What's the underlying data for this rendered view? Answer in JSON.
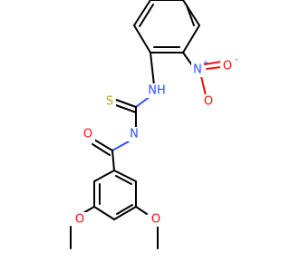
{
  "molecule": {
    "atoms": [
      {
        "id": "S1",
        "label": "S",
        "color": "#c8a800"
      },
      {
        "id": "NH1",
        "label": "NH",
        "color": "#3050f8"
      },
      {
        "id": "N2",
        "label": "N",
        "color": "#3050f8"
      },
      {
        "id": "O1",
        "label": "O",
        "color": "#ff0d0d"
      },
      {
        "id": "NO2N",
        "label": "N",
        "color": "#3050f8",
        "charge": "+"
      },
      {
        "id": "NO2O1",
        "label": "O",
        "color": "#ff0d0d",
        "charge": "-"
      },
      {
        "id": "NO2O2",
        "label": "O",
        "color": "#ff0d0d"
      },
      {
        "id": "OMe1",
        "label": "O",
        "color": "#ff0d0d"
      },
      {
        "id": "OMe2",
        "label": "O",
        "color": "#ff0d0d"
      }
    ]
  }
}
